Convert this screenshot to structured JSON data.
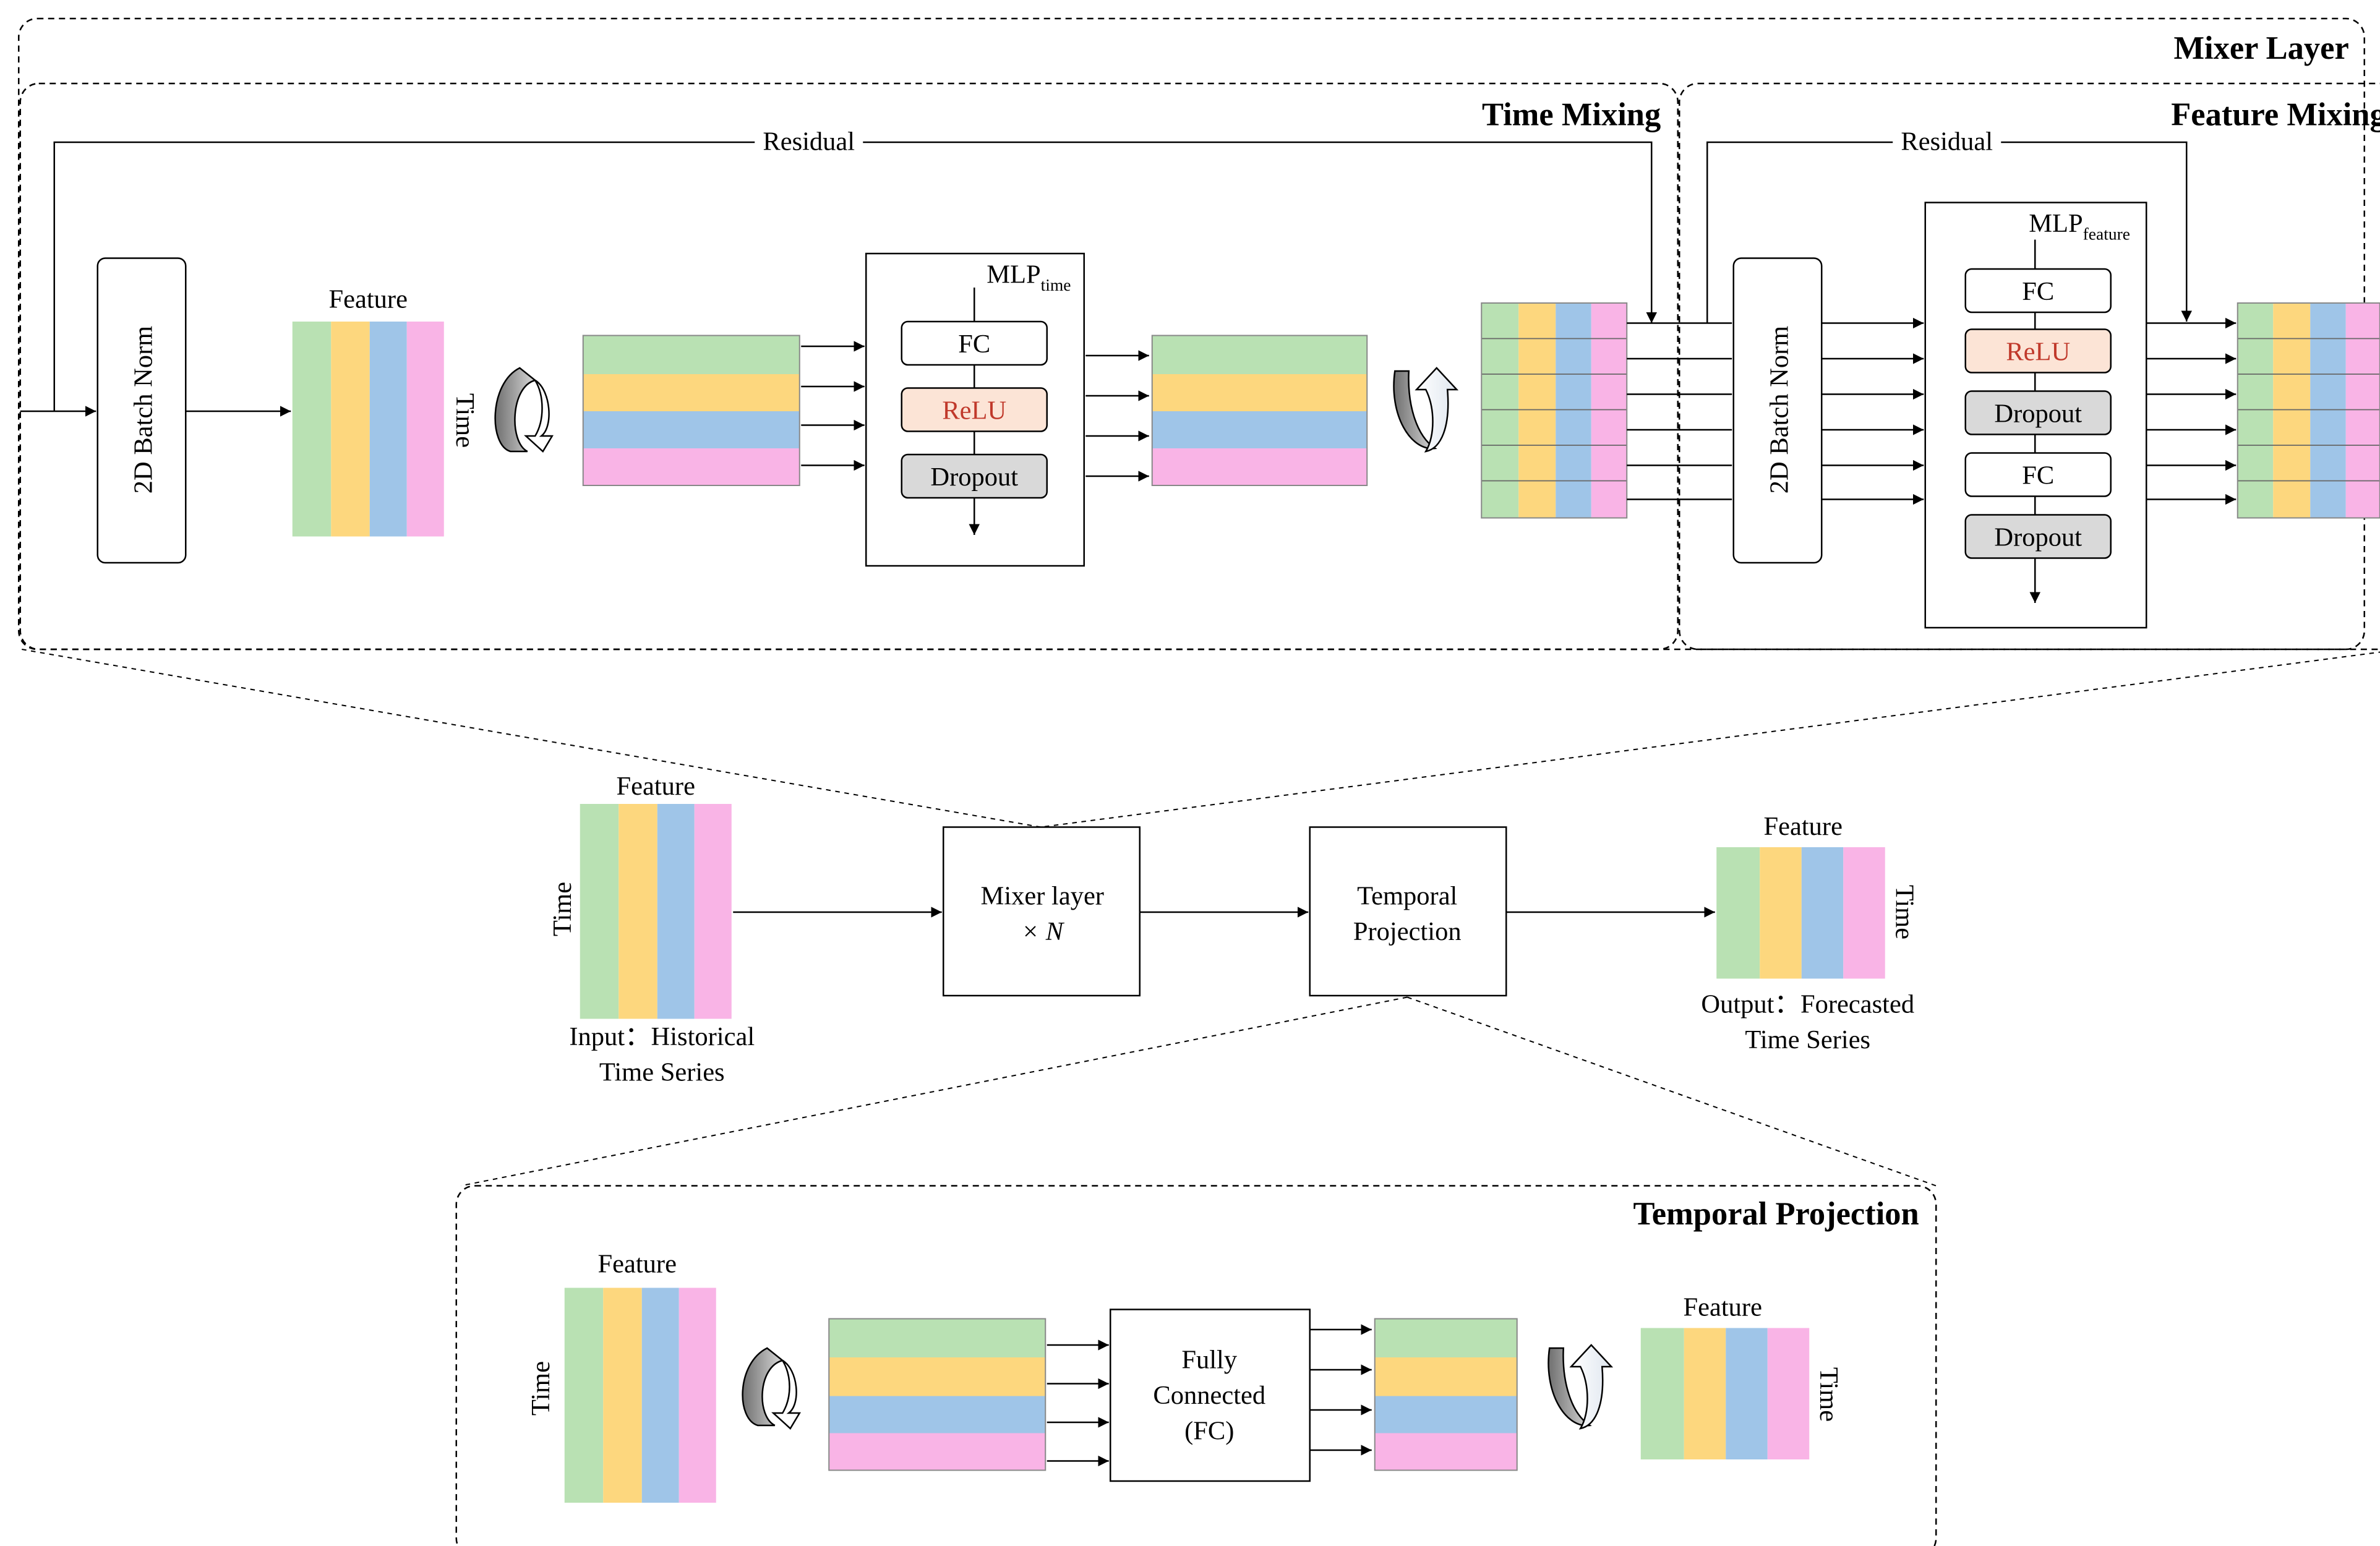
{
  "mixer_layer": {
    "title": "Mixer Layer",
    "time_mixing": {
      "title": "Time Mixing",
      "residual": "Residual",
      "batch_norm": "2D Batch Norm",
      "feature_axis": "Feature",
      "time_axis": "Time",
      "mlp_main": "MLP",
      "mlp_sub": "time",
      "fc": "FC",
      "relu": "ReLU",
      "dropout": "Dropout"
    },
    "feature_mixing": {
      "title": "Feature Mixing",
      "residual": "Residual",
      "batch_norm": "2D Batch Norm",
      "mlp_main": "MLP",
      "mlp_sub": "feature",
      "fc1": "FC",
      "relu": "ReLU",
      "dropout1": "Dropout",
      "fc2": "FC",
      "dropout2": "Dropout"
    }
  },
  "pipeline": {
    "input_feature": "Feature",
    "input_time": "Time",
    "input_caption_1": "Input：Historical",
    "input_caption_2": "Time Series",
    "mixer_line1": "Mixer layer",
    "mixer_line2": "× N",
    "temporal_line1": "Temporal",
    "temporal_line2": "Projection",
    "output_feature": "Feature",
    "output_time": "Time",
    "output_caption_1": "Output：Forecasted",
    "output_caption_2": "Time Series"
  },
  "temporal_projection": {
    "title": "Temporal Projection",
    "feature_axis": "Feature",
    "time_axis": "Time",
    "fc_line1": "Fully",
    "fc_line2": "Connected",
    "fc_line3": "(FC)",
    "output_feature": "Feature",
    "output_time": "Time"
  },
  "colors": {
    "green": "#b9e1b3",
    "yellow": "#fdd77e",
    "blue": "#9fc5e8",
    "pink": "#f9b4e6",
    "relu_fill": "#fce4d6",
    "relu_text": "#c0392b",
    "dropout_fill": "#d9d9d9"
  }
}
